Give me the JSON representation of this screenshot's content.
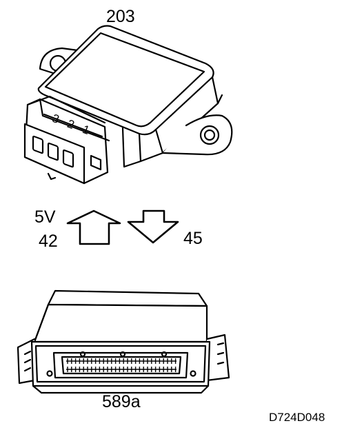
{
  "diagram": {
    "sensor_label": "203",
    "connector_pins": [
      "3",
      "2",
      "1"
    ],
    "voltage_label": "5V",
    "pin_supply_label": "42",
    "pin_signal_label": "45",
    "control_unit_label": "589a",
    "figure_code": "D724D048"
  }
}
